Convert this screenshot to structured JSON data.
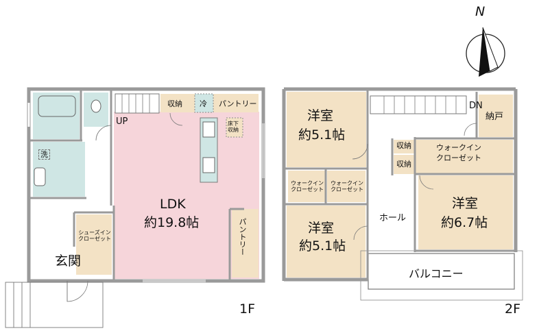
{
  "compass": {
    "north": "N"
  },
  "floor1": {
    "floor_label": "1F",
    "rooms": {
      "ldk_name": "LDK",
      "ldk_size": "約19.8帖",
      "entrance": "玄関",
      "storage": "収納",
      "fridge": "冷",
      "pantry_top": "パントリー",
      "pantry_side": "パントリー",
      "underfloor": "床下\n収納",
      "shoes_closet": "シューズイン\nクローゼット",
      "washer": "洗",
      "up": "UP"
    }
  },
  "floor2": {
    "floor_label": "2F",
    "rooms": {
      "room_nw_name": "洋室",
      "room_nw_size": "約5.1帖",
      "room_sw_name": "洋室",
      "room_sw_size": "約5.1帖",
      "room_e_name": "洋室",
      "room_e_size": "約6.7帖",
      "walkin_large": "ウォークイン\nクローゼット",
      "walkin_a": "ウォークイン\nクローゼット",
      "walkin_b": "ウォークイン\nクローゼット",
      "storage_1": "収納",
      "storage_2": "収納",
      "nando": "納戸",
      "hall": "ホール",
      "balcony": "バルコニー",
      "down": "DN"
    }
  },
  "colors": {
    "ldk": "#f6d5da",
    "wet_area": "#cfe6e4",
    "storage": "#f3e2c5",
    "wall": "#9a9a9a"
  }
}
